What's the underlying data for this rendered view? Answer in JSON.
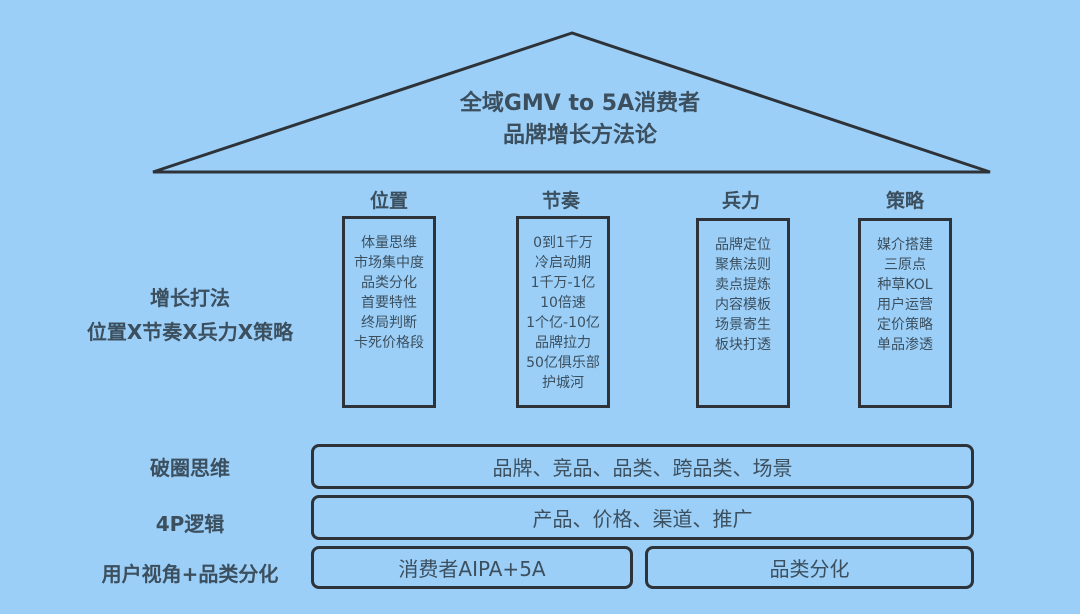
{
  "roof": {
    "line1": "全域GMV to 5A消费者",
    "line2": "品牌增长方法论"
  },
  "columns": [
    {
      "title": "位置",
      "items": [
        "体量思维",
        "市场集中度",
        "品类分化",
        "首要特性",
        "终局判断",
        "卡死价格段"
      ]
    },
    {
      "title": "节奏",
      "items": [
        "0到1千万",
        "冷启动期",
        "1千万-1亿",
        "10倍速",
        "1个亿-10亿",
        "品牌拉力",
        "50亿俱乐部",
        "护城河"
      ]
    },
    {
      "title": "兵力",
      "items": [
        "品牌定位",
        "聚焦法则",
        "卖点提炼",
        "内容模板",
        "场景寄生",
        "板块打透"
      ]
    },
    {
      "title": "策略",
      "items": [
        "媒介搭建",
        "三原点",
        "种草KOL",
        "用户运营",
        "定价策略",
        "单品渗透"
      ]
    }
  ],
  "growth": {
    "line1": "增长打法",
    "line2": "位置X节奏X兵力X策略"
  },
  "rows": [
    {
      "label": "破圈思维",
      "bars": [
        "品牌、竞品、品类、跨品类、场景"
      ]
    },
    {
      "label": "4P逻辑",
      "bars": [
        "产品、价格、渠道、推广"
      ]
    },
    {
      "label": "用户视角+品类分化",
      "bars": [
        "消费者AIPA+5A",
        "品类分化"
      ]
    }
  ]
}
